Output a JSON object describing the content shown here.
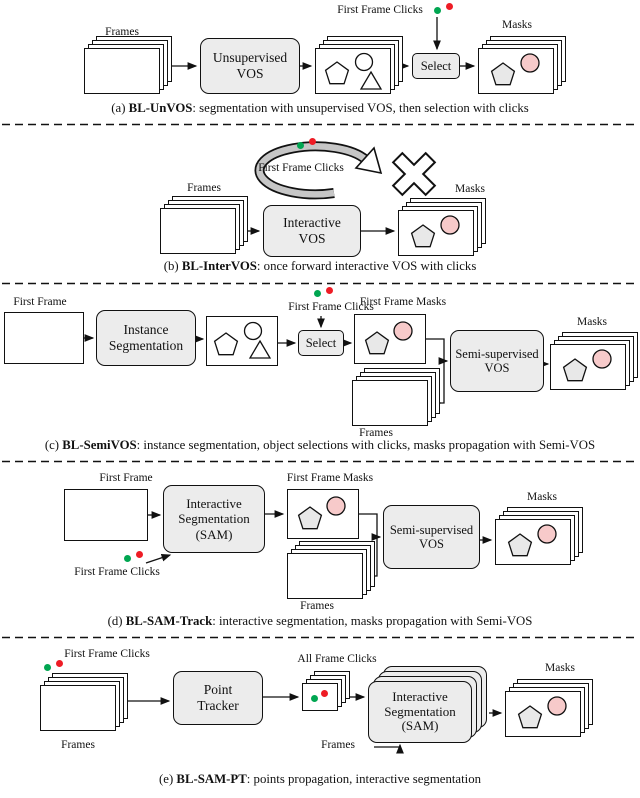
{
  "colors": {
    "box_fill": "#ececec",
    "mask_pink": "#f7caca",
    "mask_gray": "#e8e8e8",
    "dot_green": "#00a651",
    "dot_red": "#ee1c25",
    "loop_gray": "#c6c6c6"
  },
  "panels": {
    "a": {
      "caption_prefix": "(a) ",
      "caption_bold": "BL-UnVOS",
      "caption_rest": ": segmentation with unsupervised VOS, then selection with clicks",
      "labels": {
        "frames": "Frames",
        "first_frame_clicks": "First Frame Clicks",
        "masks": "Masks"
      },
      "boxes": {
        "main": "Unsupervised VOS",
        "select": "Select"
      }
    },
    "b": {
      "caption_prefix": "(b) ",
      "caption_bold": "BL-InterVOS",
      "caption_rest": ": once forward interactive VOS with clicks",
      "labels": {
        "frames": "Frames",
        "first_frame_clicks": "First Frame Clicks",
        "masks": "Masks"
      },
      "boxes": {
        "main": "Interactive VOS"
      }
    },
    "c": {
      "caption_prefix": "(c) ",
      "caption_bold": "BL-SemiVOS",
      "caption_rest": ": instance segmentation, object selections with clicks, masks propagation with Semi-VOS",
      "labels": {
        "first_frame": "First Frame",
        "first_frame_clicks": "First Frame Clicks",
        "first_frame_masks": "First Frame Masks",
        "frames": "Frames",
        "masks": "Masks"
      },
      "boxes": {
        "instance_segmentation": "Instance Segmentation",
        "select": "Select",
        "semi_vos": "Semi-supervised VOS"
      }
    },
    "d": {
      "caption_prefix": "(d) ",
      "caption_bold": "BL-SAM-Track",
      "caption_rest": ": interactive segmentation, masks propagation with Semi-VOS",
      "labels": {
        "first_frame": "First Frame",
        "first_frame_clicks": "First Frame Clicks",
        "first_frame_masks": "First Frame Masks",
        "frames": "Frames",
        "masks": "Masks"
      },
      "boxes": {
        "interactive_segmentation": "Interactive Segmentation (SAM)",
        "semi_vos": "Semi-supervised VOS"
      }
    },
    "e": {
      "caption_prefix": "(e) ",
      "caption_bold": "BL-SAM-PT",
      "caption_rest": ": points propagation, interactive segmentation",
      "labels": {
        "first_frame_clicks": "First Frame Clicks",
        "frames_left": "Frames",
        "all_frame_clicks": "All Frame Clicks",
        "frames_mid": "Frames",
        "masks": "Masks"
      },
      "boxes": {
        "point_tracker": "Point Tracker",
        "interactive_segmentation": "Interactive Segmentation (SAM)"
      }
    }
  }
}
